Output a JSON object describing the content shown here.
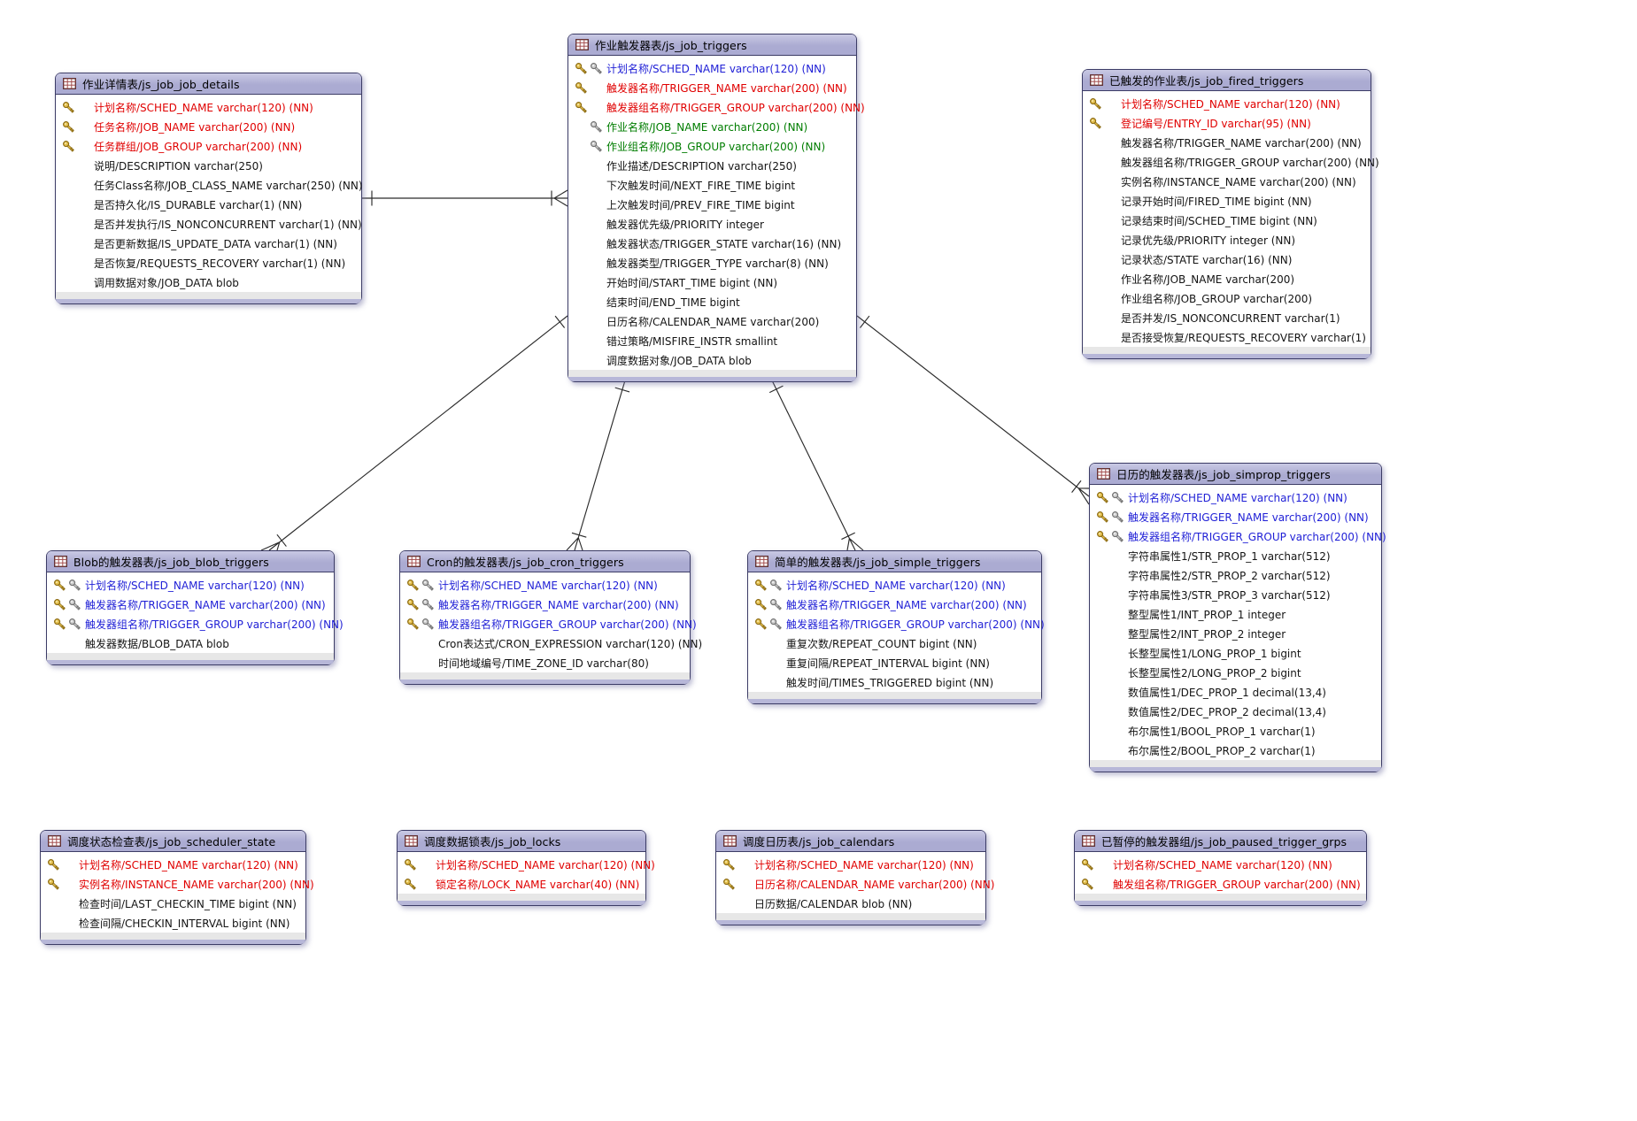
{
  "diagram": {
    "kind": "entity-relationship-diagram",
    "subject": "Quartz job scheduler database tables (js_job_*)"
  },
  "palette": {
    "canvas_bg": "#ffffff",
    "header_fill": "#ababd2",
    "header_fill_light": "#c9c9e4",
    "table_border": "#3c3c66",
    "footer_gray": "#e7e7e7",
    "footer_lavender": "#b7b7d8",
    "relationship_line": "#2b2b2b",
    "pk_text": "#e00000",
    "pkfk_text": "#1f1fd6",
    "fk_text": "#007d00",
    "plain_text": "#141414",
    "gold_key": "#dfba49",
    "silver_key": "#c9c9c9",
    "table_icon_line": "#a34d4d"
  },
  "icons": {
    "table": "table-grid-icon",
    "primary_key": "gold-key-icon",
    "foreign_key": "silver-key-icon"
  },
  "legend_styles": {
    "pk": "primary key column (red text, gold key)",
    "pkfk": "primary + foreign key column (blue text, gold and silver keys)",
    "fk": "foreign key column (green text, silver key)",
    "plain": "regular column (black text)"
  },
  "tables": [
    {
      "id": "js_job_job_details",
      "title": "作业详情表/js_job_job_details",
      "columns": [
        {
          "label": "计划名称/SCHED_NAME varchar(120) (NN)",
          "style": "pk"
        },
        {
          "label": "任务名称/JOB_NAME varchar(200) (NN)",
          "style": "pk"
        },
        {
          "label": "任务群组/JOB_GROUP varchar(200) (NN)",
          "style": "pk"
        },
        {
          "label": "说明/DESCRIPTION varchar(250)",
          "style": "plain"
        },
        {
          "label": "任务Class名称/JOB_CLASS_NAME varchar(250) (NN)",
          "style": "plain"
        },
        {
          "label": "是否持久化/IS_DURABLE varchar(1) (NN)",
          "style": "plain"
        },
        {
          "label": "是否并发执行/IS_NONCONCURRENT varchar(1) (NN)",
          "style": "plain"
        },
        {
          "label": "是否更新数据/IS_UPDATE_DATA varchar(1) (NN)",
          "style": "plain"
        },
        {
          "label": "是否恢复/REQUESTS_RECOVERY varchar(1) (NN)",
          "style": "plain"
        },
        {
          "label": "调用数据对象/JOB_DATA blob",
          "style": "plain"
        }
      ]
    },
    {
      "id": "js_job_triggers",
      "title": "作业触发器表/js_job_triggers",
      "columns": [
        {
          "label": "计划名称/SCHED_NAME varchar(120) (NN)",
          "style": "pkfk"
        },
        {
          "label": "触发器名称/TRIGGER_NAME varchar(200) (NN)",
          "style": "pk"
        },
        {
          "label": "触发器组名称/TRIGGER_GROUP varchar(200) (NN)",
          "style": "pk"
        },
        {
          "label": "作业名称/JOB_NAME varchar(200) (NN)",
          "style": "fk"
        },
        {
          "label": "作业组名称/JOB_GROUP varchar(200) (NN)",
          "style": "fk"
        },
        {
          "label": "作业描述/DESCRIPTION varchar(250)",
          "style": "plain"
        },
        {
          "label": "下次触发时间/NEXT_FIRE_TIME bigint",
          "style": "plain"
        },
        {
          "label": "上次触发时间/PREV_FIRE_TIME bigint",
          "style": "plain"
        },
        {
          "label": "触发器优先级/PRIORITY integer",
          "style": "plain"
        },
        {
          "label": "触发器状态/TRIGGER_STATE varchar(16) (NN)",
          "style": "plain"
        },
        {
          "label": "触发器类型/TRIGGER_TYPE varchar(8) (NN)",
          "style": "plain"
        },
        {
          "label": "开始时间/START_TIME bigint (NN)",
          "style": "plain"
        },
        {
          "label": "结束时间/END_TIME bigint",
          "style": "plain"
        },
        {
          "label": "日历名称/CALENDAR_NAME varchar(200)",
          "style": "plain"
        },
        {
          "label": "错过策略/MISFIRE_INSTR smallint",
          "style": "plain"
        },
        {
          "label": "调度数据对象/JOB_DATA blob",
          "style": "plain"
        }
      ]
    },
    {
      "id": "js_job_fired_triggers",
      "title": "已触发的作业表/js_job_fired_triggers",
      "columns": [
        {
          "label": "计划名称/SCHED_NAME varchar(120) (NN)",
          "style": "pk"
        },
        {
          "label": "登记编号/ENTRY_ID varchar(95) (NN)",
          "style": "pk"
        },
        {
          "label": "触发器名称/TRIGGER_NAME varchar(200) (NN)",
          "style": "plain"
        },
        {
          "label": "触发器组名称/TRIGGER_GROUP varchar(200) (NN)",
          "style": "plain"
        },
        {
          "label": "实例名称/INSTANCE_NAME varchar(200) (NN)",
          "style": "plain"
        },
        {
          "label": "记录开始时间/FIRED_TIME bigint (NN)",
          "style": "plain"
        },
        {
          "label": "记录结束时间/SCHED_TIME bigint (NN)",
          "style": "plain"
        },
        {
          "label": "记录优先级/PRIORITY integer (NN)",
          "style": "plain"
        },
        {
          "label": "记录状态/STATE varchar(16) (NN)",
          "style": "plain"
        },
        {
          "label": "作业名称/JOB_NAME varchar(200)",
          "style": "plain"
        },
        {
          "label": "作业组名称/JOB_GROUP varchar(200)",
          "style": "plain"
        },
        {
          "label": "是否并发/IS_NONCONCURRENT varchar(1)",
          "style": "plain"
        },
        {
          "label": "是否接受恢复/REQUESTS_RECOVERY varchar(1)",
          "style": "plain"
        }
      ]
    },
    {
      "id": "js_job_blob_triggers",
      "title": "Blob的触发器表/js_job_blob_triggers",
      "columns": [
        {
          "label": "计划名称/SCHED_NAME varchar(120) (NN)",
          "style": "pkfk"
        },
        {
          "label": "触发器名称/TRIGGER_NAME varchar(200) (NN)",
          "style": "pkfk"
        },
        {
          "label": "触发器组名称/TRIGGER_GROUP varchar(200) (NN)",
          "style": "pkfk"
        },
        {
          "label": "触发器数据/BLOB_DATA blob",
          "style": "plain"
        }
      ]
    },
    {
      "id": "js_job_cron_triggers",
      "title": "Cron的触发器表/js_job_cron_triggers",
      "columns": [
        {
          "label": "计划名称/SCHED_NAME varchar(120) (NN)",
          "style": "pkfk"
        },
        {
          "label": "触发器名称/TRIGGER_NAME varchar(200) (NN)",
          "style": "pkfk"
        },
        {
          "label": "触发器组名称/TRIGGER_GROUP varchar(200) (NN)",
          "style": "pkfk"
        },
        {
          "label": "Cron表达式/CRON_EXPRESSION varchar(120) (NN)",
          "style": "plain"
        },
        {
          "label": "时间地域编号/TIME_ZONE_ID varchar(80)",
          "style": "plain"
        }
      ]
    },
    {
      "id": "js_job_simple_triggers",
      "title": "简单的触发器表/js_job_simple_triggers",
      "columns": [
        {
          "label": "计划名称/SCHED_NAME varchar(120) (NN)",
          "style": "pkfk"
        },
        {
          "label": "触发器名称/TRIGGER_NAME varchar(200) (NN)",
          "style": "pkfk"
        },
        {
          "label": "触发器组名称/TRIGGER_GROUP varchar(200) (NN)",
          "style": "pkfk"
        },
        {
          "label": "重复次数/REPEAT_COUNT bigint (NN)",
          "style": "plain"
        },
        {
          "label": "重复间隔/REPEAT_INTERVAL bigint (NN)",
          "style": "plain"
        },
        {
          "label": "触发时间/TIMES_TRIGGERED bigint (NN)",
          "style": "plain"
        }
      ]
    },
    {
      "id": "js_job_simprop_triggers",
      "title": "日历的触发器表/js_job_simprop_triggers",
      "columns": [
        {
          "label": "计划名称/SCHED_NAME varchar(120) (NN)",
          "style": "pkfk"
        },
        {
          "label": "触发器名称/TRIGGER_NAME varchar(200) (NN)",
          "style": "pkfk"
        },
        {
          "label": "触发器组名称/TRIGGER_GROUP varchar(200) (NN)",
          "style": "pkfk"
        },
        {
          "label": "字符串属性1/STR_PROP_1 varchar(512)",
          "style": "plain"
        },
        {
          "label": "字符串属性2/STR_PROP_2 varchar(512)",
          "style": "plain"
        },
        {
          "label": "字符串属性3/STR_PROP_3 varchar(512)",
          "style": "plain"
        },
        {
          "label": "整型属性1/INT_PROP_1 integer",
          "style": "plain"
        },
        {
          "label": "整型属性2/INT_PROP_2 integer",
          "style": "plain"
        },
        {
          "label": "长整型属性1/LONG_PROP_1 bigint",
          "style": "plain"
        },
        {
          "label": "长整型属性2/LONG_PROP_2 bigint",
          "style": "plain"
        },
        {
          "label": "数值属性1/DEC_PROP_1 decimal(13,4)",
          "style": "plain"
        },
        {
          "label": "数值属性2/DEC_PROP_2 decimal(13,4)",
          "style": "plain"
        },
        {
          "label": "布尔属性1/BOOL_PROP_1 varchar(1)",
          "style": "plain"
        },
        {
          "label": "布尔属性2/BOOL_PROP_2 varchar(1)",
          "style": "plain"
        }
      ]
    },
    {
      "id": "js_job_scheduler_state",
      "title": "调度状态检查表/js_job_scheduler_state",
      "columns": [
        {
          "label": "计划名称/SCHED_NAME varchar(120) (NN)",
          "style": "pk"
        },
        {
          "label": "实例名称/INSTANCE_NAME varchar(200) (NN)",
          "style": "pk"
        },
        {
          "label": "检查时间/LAST_CHECKIN_TIME bigint (NN)",
          "style": "plain"
        },
        {
          "label": "检查间隔/CHECKIN_INTERVAL bigint (NN)",
          "style": "plain"
        }
      ]
    },
    {
      "id": "js_job_locks",
      "title": "调度数据锁表/js_job_locks",
      "columns": [
        {
          "label": "计划名称/SCHED_NAME varchar(120) (NN)",
          "style": "pk"
        },
        {
          "label": "锁定名称/LOCK_NAME varchar(40) (NN)",
          "style": "pk"
        }
      ]
    },
    {
      "id": "js_job_calendars",
      "title": "调度日历表/js_job_calendars",
      "columns": [
        {
          "label": "计划名称/SCHED_NAME varchar(120) (NN)",
          "style": "pk"
        },
        {
          "label": "日历名称/CALENDAR_NAME varchar(200) (NN)",
          "style": "pk"
        },
        {
          "label": "日历数据/CALENDAR blob (NN)",
          "style": "plain"
        }
      ]
    },
    {
      "id": "js_job_paused_trigger_grps",
      "title": "已暂停的触发器组/js_job_paused_trigger_grps",
      "columns": [
        {
          "label": "计划名称/SCHED_NAME varchar(120) (NN)",
          "style": "pk"
        },
        {
          "label": "触发组名称/TRIGGER_GROUP varchar(200) (NN)",
          "style": "pk"
        }
      ]
    }
  ],
  "relationships": [
    {
      "name": "job_details-to-triggers",
      "from": "js_job_job_details",
      "to": "js_job_triggers",
      "from_cardinality": "one",
      "to_cardinality": "many"
    },
    {
      "name": "triggers-to-blob_triggers",
      "from": "js_job_triggers",
      "to": "js_job_blob_triggers",
      "from_cardinality": "one",
      "to_cardinality": "many"
    },
    {
      "name": "triggers-to-cron_triggers",
      "from": "js_job_triggers",
      "to": "js_job_cron_triggers",
      "from_cardinality": "one",
      "to_cardinality": "many"
    },
    {
      "name": "triggers-to-simple_triggers",
      "from": "js_job_triggers",
      "to": "js_job_simple_triggers",
      "from_cardinality": "one",
      "to_cardinality": "many"
    },
    {
      "name": "triggers-to-simprop_triggers",
      "from": "js_job_triggers",
      "to": "js_job_simprop_triggers",
      "from_cardinality": "one",
      "to_cardinality": "many"
    }
  ]
}
